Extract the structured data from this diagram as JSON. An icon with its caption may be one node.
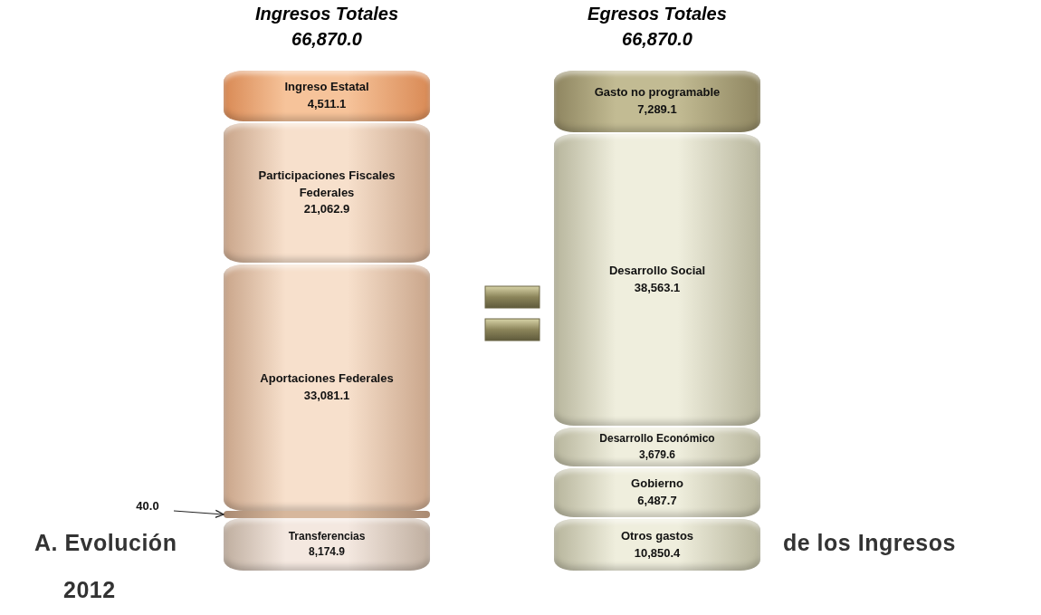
{
  "diagram": {
    "nodes": [
      {
        "text": [
          "Ingreso Estatal",
          "4,511.1"
        ]
      },
      {
        "text": [
          "Participaciones Fiscales Federales",
          "21,062.9"
        ]
      },
      {
        "text": [
          "Aportaciones Federales",
          "33,081.1"
        ]
      },
      {
        "text": [
          "Transferencias",
          "8,174.9"
        ]
      },
      {
        "text": [
          "Gasto no programable",
          "7,289.1"
        ]
      },
      {
        "text": [
          "Desarrollo Social",
          "38,563.1"
        ]
      },
      {
        "text": [
          "Desarrollo Económico",
          "3,679.6"
        ]
      },
      {
        "text": [
          "Gobierno",
          "6,487.7"
        ]
      },
      {
        "text": [
          "Otros gastos",
          "10,850.4"
        ]
      },
      {
        "text": [
          "40.0"
        ]
      },
      {
        "text": [],
        "shape": "bar"
      }
    ],
    "edges": [
      {
        "from": 9,
        "to": 10,
        "arrow": "to"
      }
    ],
    "labels": [
      "Ingresos Totales",
      "66,870.0",
      "Egresos Totales",
      "66,870.0",
      "A. Evolución",
      "de los Ingresos",
      "2012"
    ]
  }
}
